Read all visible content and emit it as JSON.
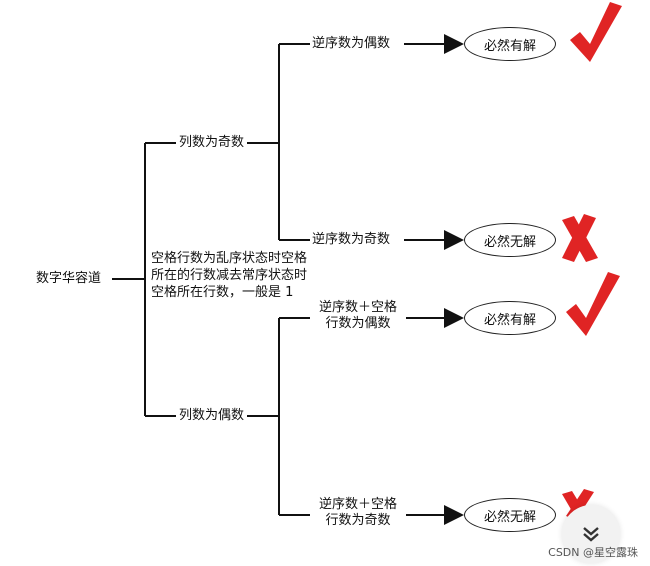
{
  "diagram": {
    "root": "数字华容道",
    "branch_odd": "列数为奇数",
    "branch_even": "列数为偶数",
    "note": [
      "空格行数为乱序状态时空格",
      "所在的行数减去常序状态时",
      "空格所在行数，一般是 1"
    ],
    "leaf1": "逆序数为偶数",
    "leaf2": "逆序数为奇数",
    "leaf3": [
      "逆序数＋空格",
      "行数为偶数"
    ],
    "leaf4": [
      "逆序数＋空格",
      "行数为奇数"
    ],
    "result1": "必然有解",
    "result2": "必然无解",
    "result3": "必然有解",
    "result4": "必然无解"
  },
  "colors": {
    "check": "#e02424",
    "cross": "#e02424",
    "line": "#111111"
  },
  "watermark": "CSDN @星空露珠"
}
